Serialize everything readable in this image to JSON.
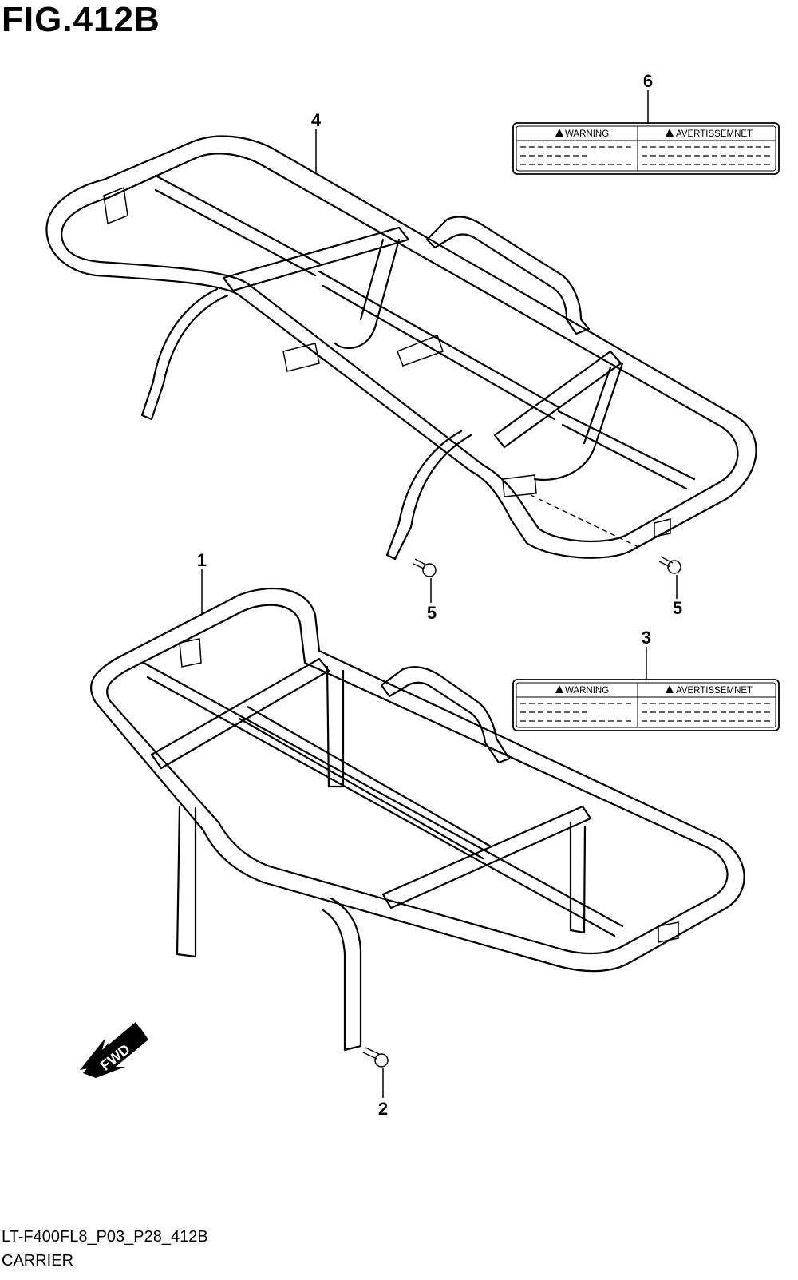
{
  "figure": {
    "title": "FIG.412B"
  },
  "footer": {
    "code": "LT-F400FL8_P03_P28_412B",
    "name": "CARRIER"
  },
  "callouts": [
    "1",
    "2",
    "3",
    "4",
    "5",
    "5",
    "6"
  ],
  "warning_label_top": {
    "left_heading": "WARNING",
    "right_heading": "AVERTISSEMNET"
  },
  "warning_label_bottom": {
    "left_heading": "WARNING",
    "right_heading": "AVERTISSEMNET"
  },
  "fwd_arrow": {
    "text": "FWD"
  },
  "icons": {
    "warning": "warning-triangle-icon"
  }
}
